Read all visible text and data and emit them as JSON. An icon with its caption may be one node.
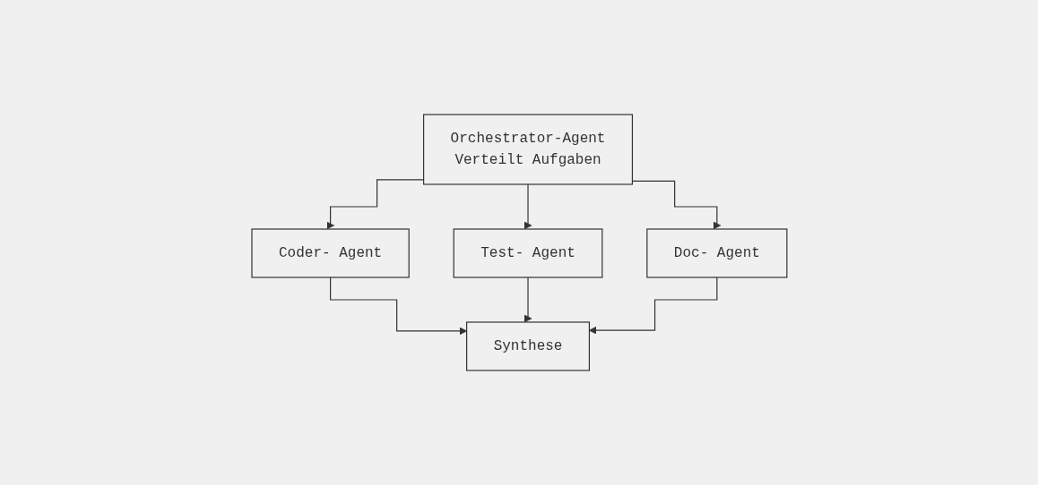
{
  "diagram": {
    "nodes": [
      {
        "text": [
          "Orchestrator-Agent",
          "Verteilt Aufgaben"
        ]
      },
      {
        "text": [
          "Coder- Agent"
        ]
      },
      {
        "text": [
          "Test- Agent"
        ]
      },
      {
        "text": [
          "Doc- Agent"
        ]
      },
      {
        "text": [
          "Synthese"
        ]
      }
    ],
    "edges": [
      {
        "from": 0,
        "to": 1,
        "arrow": "to"
      },
      {
        "from": 0,
        "to": 2,
        "arrow": "to"
      },
      {
        "from": 0,
        "to": 3,
        "arrow": "to"
      },
      {
        "from": 1,
        "to": 4,
        "arrow": "to"
      },
      {
        "from": 2,
        "to": 4,
        "arrow": "to"
      },
      {
        "from": 3,
        "to": 4,
        "arrow": "to"
      }
    ]
  }
}
